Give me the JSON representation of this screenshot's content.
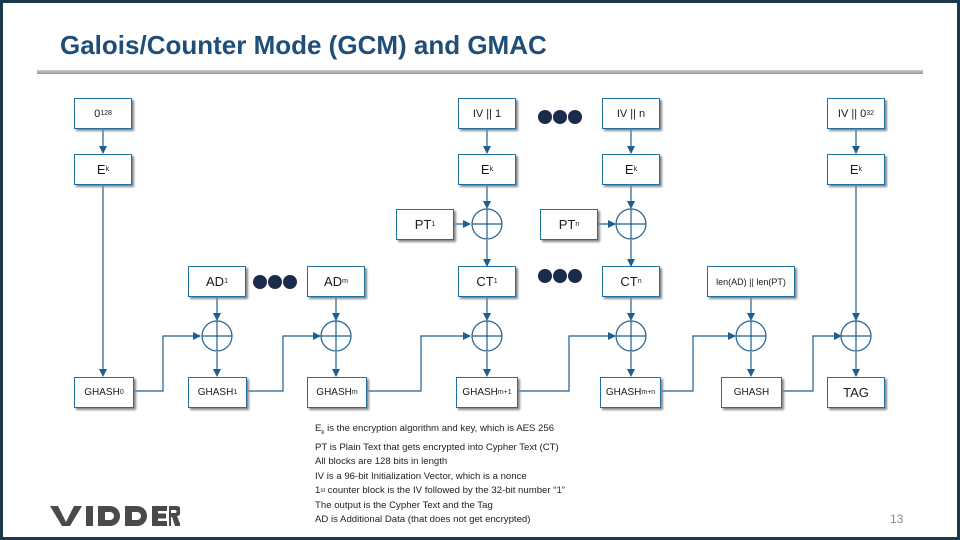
{
  "title": "Galois/Counter Mode (GCM) and GMAC",
  "page_number": "13",
  "logo_text": "VIDDER",
  "boxes": {
    "zero": {
      "base": "0",
      "sup": "128"
    },
    "iv1": "IV || 1",
    "ivn": "IV || n",
    "iv32": {
      "base": "IV || 0",
      "sup": "32"
    },
    "ek": {
      "base": "E",
      "sub": "k"
    },
    "pt1": {
      "base": "PT",
      "sub": "1"
    },
    "ptn": {
      "base": "PT",
      "sub": "n"
    },
    "ad1": {
      "base": "AD",
      "sub": "1"
    },
    "adm": {
      "base": "AD",
      "sub": "m"
    },
    "ct1": {
      "base": "CT",
      "sub": "1"
    },
    "ctn": {
      "base": "CT",
      "sub": "n"
    },
    "len": "len(AD) || len(PT)",
    "ghash0": {
      "base": "GHASH",
      "sub": "0"
    },
    "ghash1": {
      "base": "GHASH",
      "sub": "1"
    },
    "ghashm": {
      "base": "GHASH",
      "sub": "m"
    },
    "ghashm1": {
      "base": "GHASH",
      "sub": "m+1"
    },
    "ghashmn": {
      "base": "GHASH",
      "sub": "m+n"
    },
    "ghash": "GHASH",
    "tag": "TAG"
  },
  "notes": {
    "line1_base": "E",
    "line1_sub": "k",
    "line1_rest": " is the encryption  algorithm and key,  which is AES 256",
    "line2": "PT is Plain Text that gets encrypted into Cypher Text (CT)",
    "line3": "All blocks  are 128 bits in length",
    "line4": "IV is a 96-bit Initialization Vector, which is a nonce",
    "line5_base": "1",
    "line5_sup": "st",
    "line5_rest": " counter block is the IV followed by the 32-bit number  “1”",
    "line6": "The output is the Cypher Text and the Tag",
    "line7": "AD is Additional Data (that does not get encrypted)"
  },
  "colors": {
    "title": "#1f4e79",
    "border": "#1f6f9f",
    "line": "#1f5f8f",
    "frame": "#1b3a4f"
  }
}
